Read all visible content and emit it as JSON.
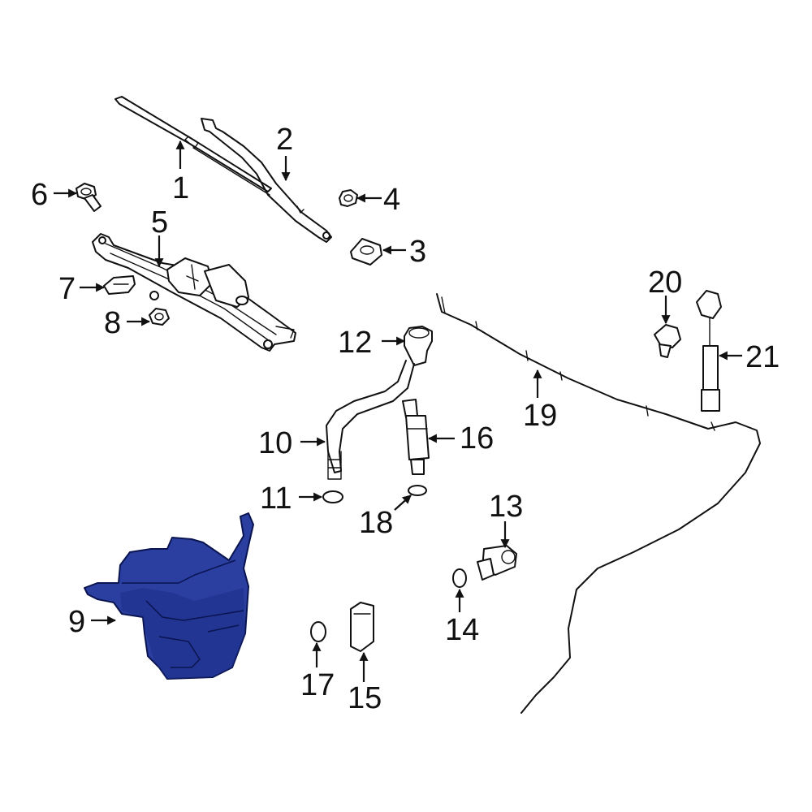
{
  "callouts": {
    "c1": "1",
    "c2": "2",
    "c3": "3",
    "c4": "4",
    "c5": "5",
    "c6": "6",
    "c7": "7",
    "c8": "8",
    "c9": "9",
    "c10": "10",
    "c11": "11",
    "c12": "12",
    "c13": "13",
    "c14": "14",
    "c15": "15",
    "c16": "16",
    "c17": "17",
    "c18": "18",
    "c19": "19",
    "c20": "20",
    "c21": "21"
  },
  "colors": {
    "highlight_part": "#2a3fa0",
    "highlight_shade": "#1c2d86",
    "line": "#111111",
    "background": "#ffffff"
  },
  "highlighted_part": "9"
}
